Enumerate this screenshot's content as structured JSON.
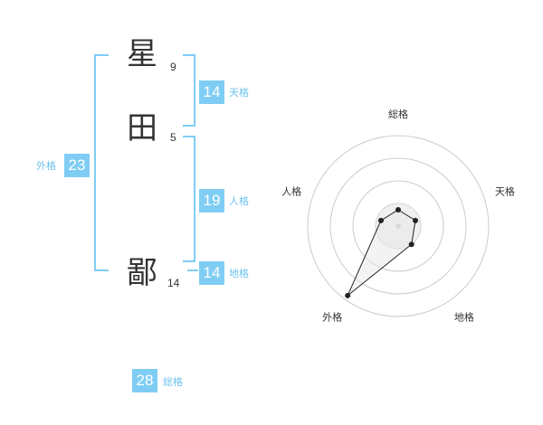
{
  "colors": {
    "accent": "#7fcdf4",
    "label": "#6fc3ee",
    "text": "#333333",
    "grid": "#cccccc"
  },
  "name": [
    {
      "char": "星",
      "strokes": "9"
    },
    {
      "char": "田",
      "strokes": "5"
    },
    {
      "char": "鄙",
      "strokes": "14"
    }
  ],
  "scores": {
    "tenkaku": {
      "label": "天格",
      "value": "14"
    },
    "jinkaku": {
      "label": "人格",
      "value": "19"
    },
    "chikaku": {
      "label": "地格",
      "value": "14"
    },
    "gaikaku": {
      "label": "外格",
      "value": "23"
    },
    "soukaku": {
      "label": "総格",
      "value": "28"
    }
  },
  "chart_data": {
    "type": "radar",
    "axes": [
      "総格",
      "天格",
      "地格",
      "外格",
      "人格"
    ],
    "values": [
      0.18,
      0.2,
      0.25,
      0.95,
      0.2
    ],
    "max": 1,
    "rings": 4
  }
}
